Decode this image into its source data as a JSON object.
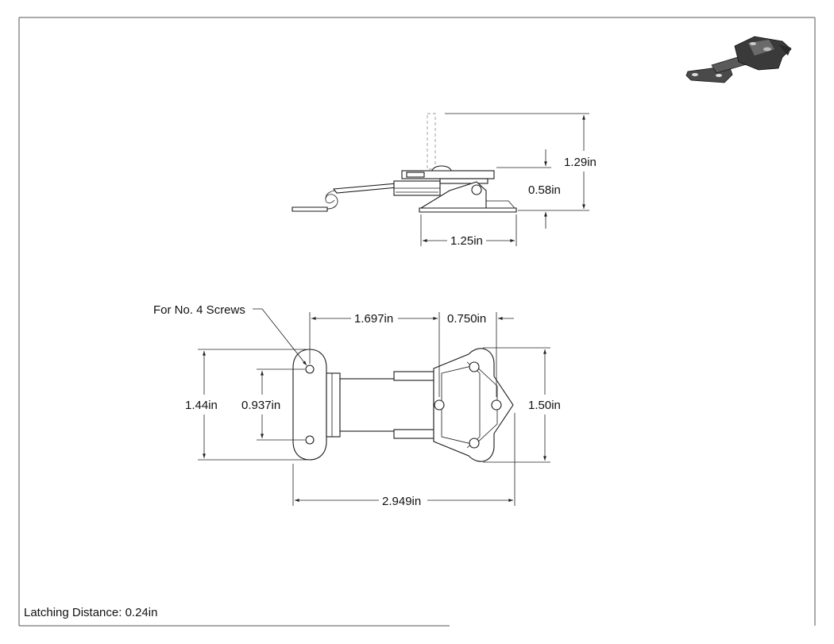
{
  "top_view": {
    "dim_overall_height": "1.29in",
    "dim_base_height": "0.58in",
    "dim_base_width": "1.25in"
  },
  "plan_view": {
    "note_screws": "For No. 4 Screws",
    "dim_hole_to_hole": "1.697in",
    "dim_hole_spacing": "0.750in",
    "dim_plate_height_left": "1.44in",
    "dim_hole_vertical": "0.937in",
    "dim_plate_height_right": "1.50in",
    "dim_overall_length": "2.949in"
  },
  "footer": {
    "latching_distance": "Latching Distance: 0.24in"
  },
  "colors": {
    "line": "#1a1a1a",
    "iso_body": "#3a3a3a"
  },
  "icons": {
    "iso_preview": "latch-isometric-icon"
  }
}
